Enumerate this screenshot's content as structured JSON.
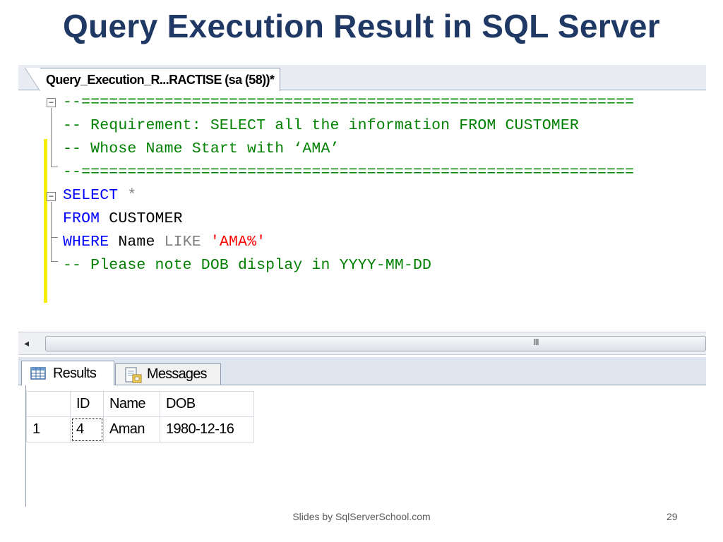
{
  "slide": {
    "title": "Query Execution Result in SQL Server",
    "footer": "Slides by SqlServerSchool.com",
    "page_number": "29"
  },
  "editor": {
    "tab_title": "Query_Execution_R...RACTISE (sa (58))*",
    "lines": {
      "l1": {
        "comment": "--============================================================"
      },
      "l2": {
        "comment": "-- Requirement: SELECT all the information FROM CUSTOMER"
      },
      "l3": {
        "comment": "-- Whose Name Start with ‘AMA’"
      },
      "l4": {
        "comment": "--============================================================"
      },
      "l5": {
        "keyword": "SELECT",
        "operator": "*"
      },
      "l6": {
        "keyword": "FROM",
        "identifier": "CUSTOMER"
      },
      "l7": {
        "keyword": "WHERE",
        "identifier": "Name",
        "operator": "LIKE",
        "string": "'AMA%'"
      },
      "l8": {
        "comment": "-- Please note DOB display in YYYY-MM-DD"
      }
    },
    "scroll_grip": "III",
    "scroll_left_arrow": "◂"
  },
  "results": {
    "tabs": {
      "results": {
        "label": "Results",
        "icon": "grid-icon",
        "active": true
      },
      "messages": {
        "label": "Messages",
        "icon": "messages-icon",
        "active": false
      }
    },
    "columns": [
      "ID",
      "Name",
      "DOB"
    ],
    "rows": [
      {
        "row_number": "1",
        "ID": "4",
        "Name": "Aman",
        "DOB": "1980-12-16"
      }
    ]
  },
  "colors": {
    "title": "#1f3864",
    "keyword": "#0000ff",
    "comment": "#008000",
    "string": "#ff0000",
    "operator": "#808080",
    "change_marker": "#f5ee00"
  }
}
